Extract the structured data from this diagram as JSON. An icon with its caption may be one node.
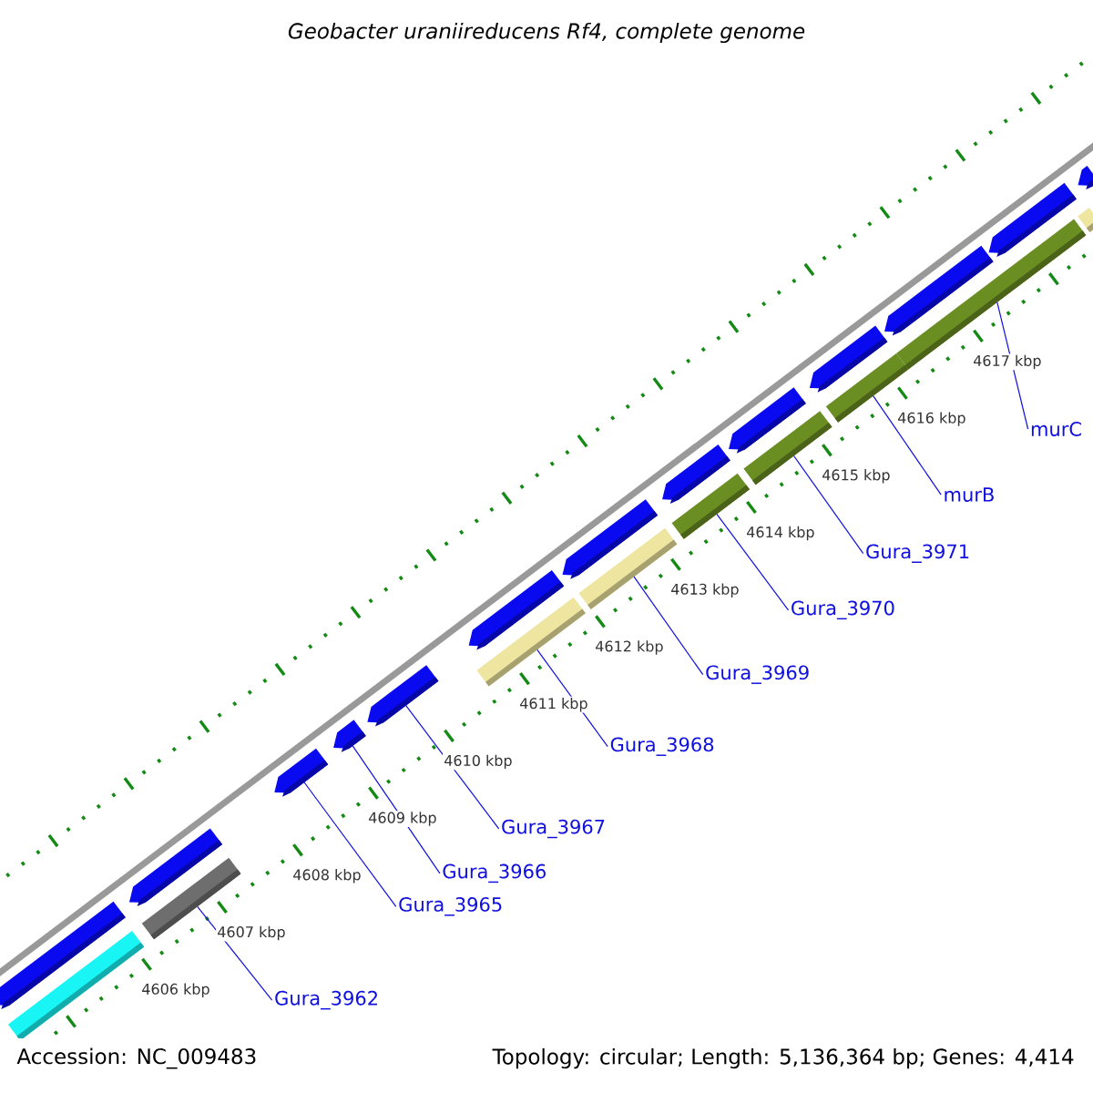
{
  "diagram": {
    "title": "Geobacter uraniireducens Rf4, complete genome",
    "nodes": [
      {
        "text": [
          "Gura_3962"
        ]
      },
      {
        "text": [
          "Gura_3965"
        ]
      },
      {
        "text": [
          "Gura_3966"
        ]
      },
      {
        "text": [
          "Gura_3967"
        ]
      },
      {
        "text": [
          "Gura_3968"
        ]
      },
      {
        "text": [
          "Gura_3969"
        ]
      },
      {
        "text": [
          "Gura_3970"
        ]
      },
      {
        "text": [
          "Gura_3971"
        ]
      },
      {
        "text": [
          "murB"
        ]
      },
      {
        "text": [
          "murC"
        ]
      },
      {
        "text": [],
        "shape": "pentagon"
      },
      {
        "text": [],
        "shape": "pentagon"
      },
      {
        "text": [],
        "shape": "pentagon"
      },
      {
        "text": [],
        "shape": "pentagon"
      },
      {
        "text": [],
        "shape": "pentagon"
      },
      {
        "text": [],
        "shape": "pentagon"
      },
      {
        "text": [],
        "shape": "pentagon"
      },
      {
        "text": [],
        "shape": "pentagon"
      },
      {
        "text": [],
        "shape": "pentagon"
      },
      {
        "text": [],
        "shape": "pentagon"
      },
      {
        "text": [],
        "shape": "pentagon"
      },
      {
        "text": [],
        "shape": "pentagon"
      },
      {
        "text": [],
        "shape": "pentagon"
      },
      {
        "text": [],
        "shape": "bar"
      },
      {
        "text": [],
        "shape": "bar"
      },
      {
        "text": [],
        "shape": "bar"
      },
      {
        "text": [],
        "shape": "bar"
      },
      {
        "text": [],
        "shape": "bar"
      },
      {
        "text": [],
        "shape": "bar"
      },
      {
        "text": [],
        "shape": "bar"
      },
      {
        "text": [],
        "shape": "bar"
      },
      {
        "text": [],
        "shape": "bar"
      }
    ],
    "edges": [
      {
        "from": 0,
        "to": 24,
        "arrow": "none"
      },
      {
        "from": 1,
        "to": 12,
        "arrow": "none"
      },
      {
        "from": 2,
        "to": 13,
        "arrow": "none"
      },
      {
        "from": 3,
        "to": 14,
        "arrow": "none"
      },
      {
        "from": 4,
        "to": 25,
        "arrow": "none"
      },
      {
        "from": 5,
        "to": 26,
        "arrow": "none"
      },
      {
        "from": 6,
        "to": 27,
        "arrow": "none"
      },
      {
        "from": 7,
        "to": 28,
        "arrow": "none"
      },
      {
        "from": 8,
        "to": 29,
        "arrow": "none"
      },
      {
        "from": 9,
        "to": 30,
        "arrow": "none"
      }
    ],
    "labels": [
      "4606 kbp",
      "4607 kbp",
      "4608 kbp",
      "4609 kbp",
      "4610 kbp",
      "4611 kbp",
      "4612 kbp",
      "4613 kbp",
      "4614 kbp",
      "4615 kbp",
      "4616 kbp",
      "4617 kbp",
      "Accession: NC_009483",
      "Topology: circular; Length: 5,136,364 bp; Genes: 4,414"
    ]
  }
}
